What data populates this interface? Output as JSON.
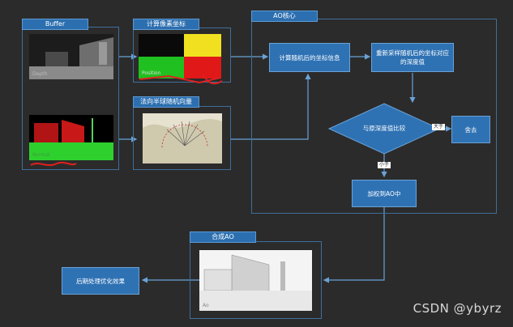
{
  "buffer": {
    "title": "Buffer",
    "depth_caption": "Depth",
    "normal_caption": "Normal"
  },
  "position_panel": {
    "title": "计算像素坐标",
    "caption": "Position"
  },
  "hemisphere_panel": {
    "title": "法向半球随机向量"
  },
  "ao_core": {
    "title": "AO核心",
    "calc_box": "计算随机后的坐标信息",
    "resample_box": "重新采样随机后的坐标对应的深度值",
    "compare_diamond": "与原深度值比较",
    "greater_label": "大于",
    "discard_box": "舍去",
    "less_label": "小于",
    "accumulate_box": "加权到AO中"
  },
  "compose": {
    "title": "合成AO",
    "caption": "Ao"
  },
  "post_box": "后期处理优化效果",
  "watermark": "CSDN @ybyrz",
  "colors": {
    "accent": "#2f72b4",
    "line": "#6aa2d6",
    "background": "#2b2b2b"
  }
}
